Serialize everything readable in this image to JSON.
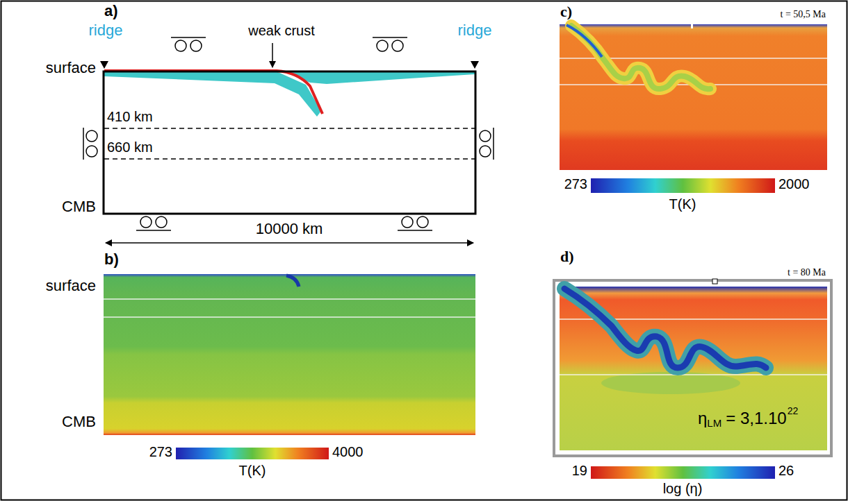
{
  "diagram": {
    "labels": [
      "a)",
      "ridge",
      "weak crust",
      "ridge",
      "surface",
      "410 km",
      "660 km",
      "CMB",
      "10000 km",
      "b)",
      "surface",
      "CMB",
      "273",
      "4000",
      "T(K)",
      "c)",
      "t = 50,5 Ma",
      "273",
      "2000",
      "T(K)",
      "d)",
      "t = 80 Ma",
      "η",
      "LM",
      "= 3,1.10",
      "22",
      "19",
      "26",
      "log (η)"
    ]
  }
}
